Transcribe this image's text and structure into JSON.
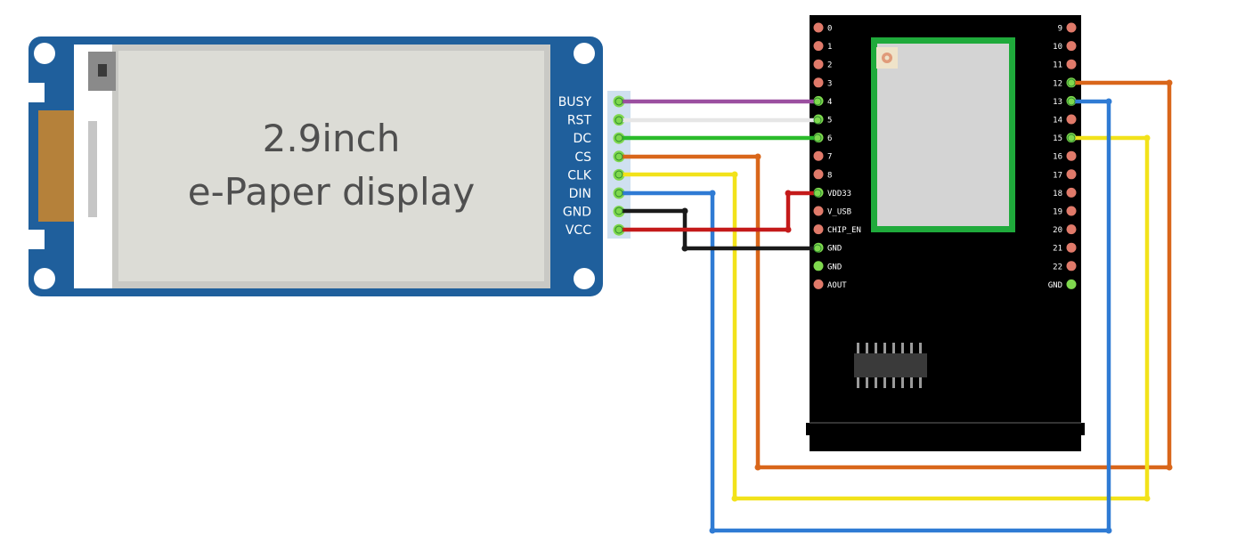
{
  "display": {
    "title_line1": "2.9inch",
    "title_line2": "e-Paper display",
    "pins": [
      "BUSY",
      "RST",
      "DC",
      "CS",
      "CLK",
      "DIN",
      "GND",
      "VCC"
    ]
  },
  "mcu": {
    "left_pins": [
      "0",
      "1",
      "2",
      "3",
      "4",
      "5",
      "6",
      "7",
      "8",
      "VDD33",
      "V_USB",
      "CHIP_EN",
      "GND",
      "GND",
      "AOUT"
    ],
    "right_pins": [
      "9",
      "10",
      "11",
      "12",
      "13",
      "14",
      "15",
      "16",
      "17",
      "18",
      "19",
      "20",
      "21",
      "22",
      "GND"
    ]
  },
  "colors": {
    "board_blue": "#1f5f9c",
    "screen": "#dcdcd6",
    "mcu_black": "#000000",
    "wire_busy": "#9b4fa0",
    "wire_rst": "#e6e6e6",
    "wire_dc": "#2bbb2b",
    "wire_cs": "#d9661a",
    "wire_clk": "#f2e21a",
    "wire_din": "#2f7bd4",
    "wire_gnd": "#1a1a1a",
    "wire_vcc": "#c41a1a"
  },
  "connections": [
    {
      "from": "BUSY",
      "to": "4"
    },
    {
      "from": "RST",
      "to": "5"
    },
    {
      "from": "DC",
      "to": "6"
    },
    {
      "from": "CS",
      "to": "12"
    },
    {
      "from": "CLK",
      "to": "15"
    },
    {
      "from": "DIN",
      "to": "13"
    },
    {
      "from": "GND",
      "to": "GND"
    },
    {
      "from": "VCC",
      "to": "VDD33"
    }
  ]
}
